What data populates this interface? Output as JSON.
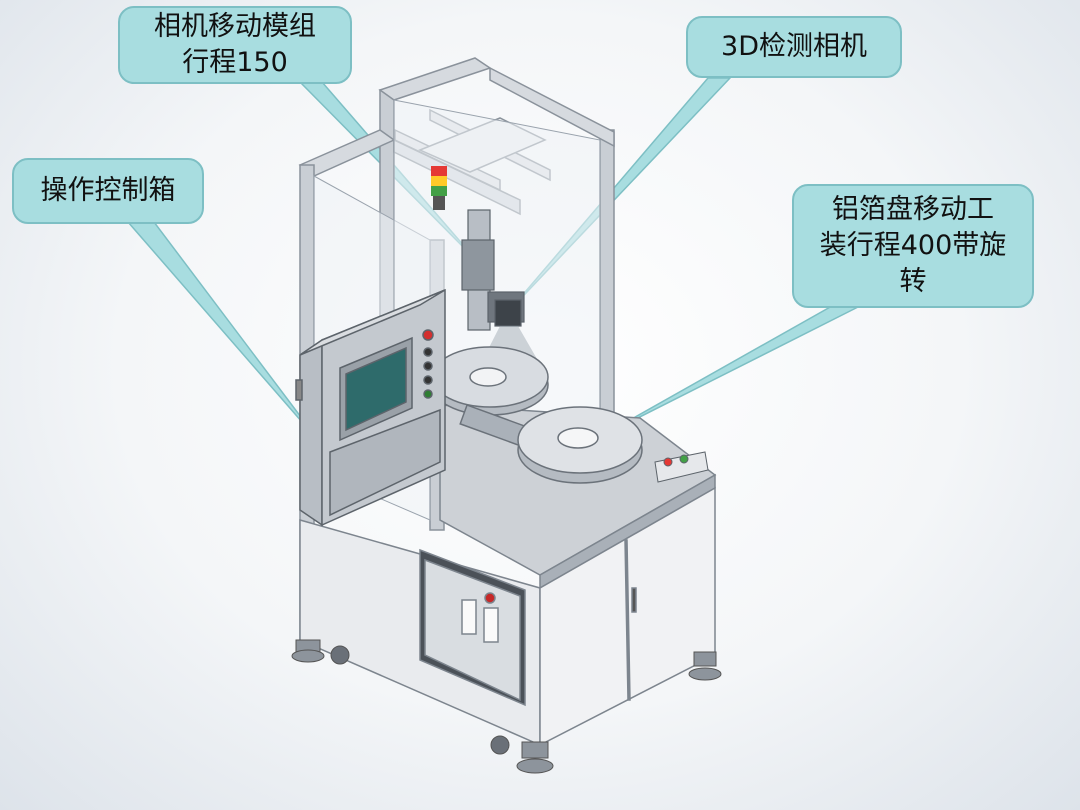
{
  "callouts": {
    "camera_module": {
      "lines": [
        "相机移动模组",
        "行程150"
      ]
    },
    "camera_3d": {
      "lines": [
        "3D检测相机"
      ]
    },
    "control_box": {
      "lines": [
        "操作控制箱"
      ]
    },
    "foil_fixture": {
      "lines": [
        "铝箔盘移动工",
        "装行程400带旋",
        "转"
      ]
    }
  },
  "colors": {
    "callout_fill": "#a8dde0",
    "callout_border": "#7dbfc4",
    "frame": "#c9ced4",
    "panel": "#f1f2f4",
    "screen": "#2e6b6b",
    "beam": "#9aa3ad",
    "tower_red": "#e53935",
    "tower_yellow": "#ffca28",
    "tower_green": "#43a047"
  }
}
